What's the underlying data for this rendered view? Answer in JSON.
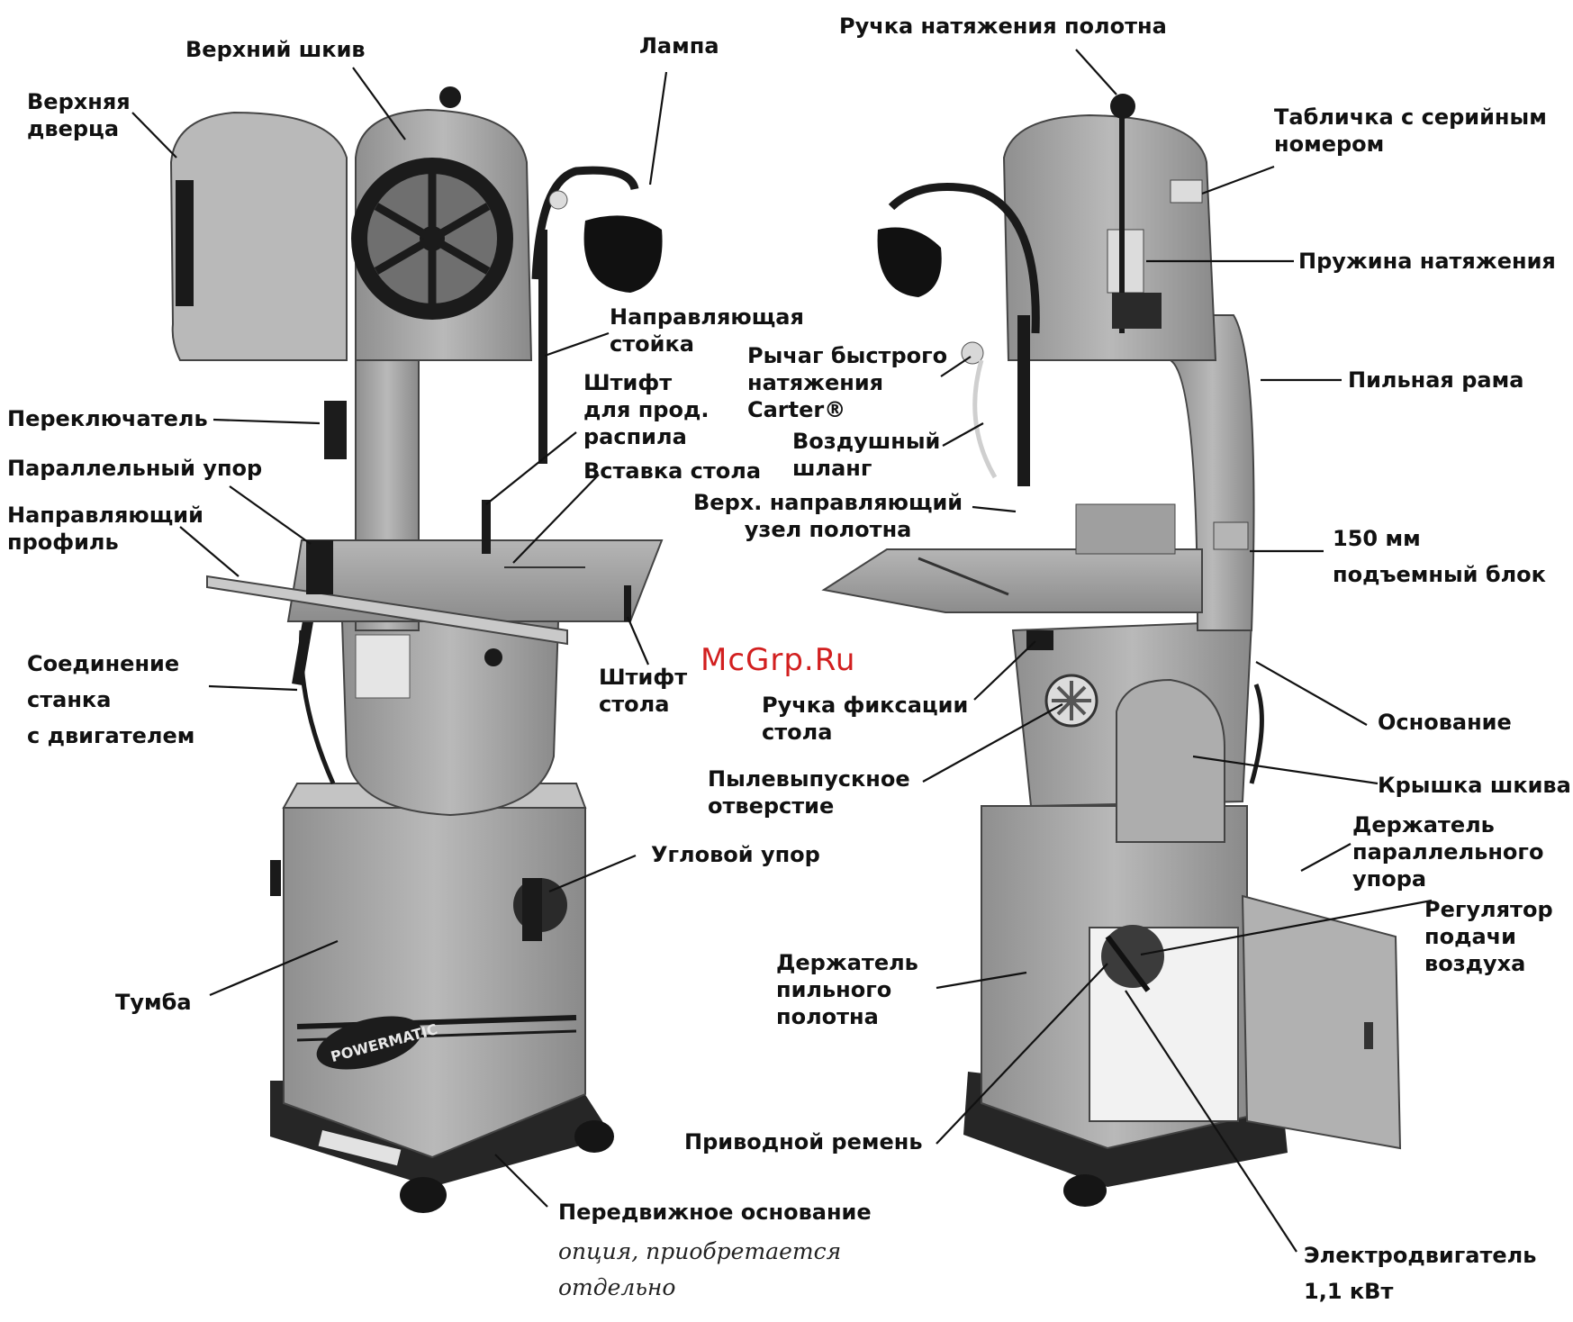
{
  "labels": {
    "upper_door": "Верхняя\nдверца",
    "upper_wheel": "Верхний шкив",
    "lamp": "Лампа",
    "guide_post": "Направляющая\nстойка",
    "rip_pin": "Штифт\nдля прод.\nраспила",
    "table_insert": "Вставка стола",
    "switch": "Переключатель",
    "rip_fence": "Параллельный упор",
    "guide_rail": "Направляющий\nпрофиль",
    "motor_connection": "Соединение\nстанка\nс двигателем",
    "table_pin": "Штифт\nстола",
    "miter_gauge": "Угловой упор",
    "cabinet": "Тумба",
    "mobile_base": "Передвижное основание",
    "mobile_base_note": "опция, приобретается\nотдельно",
    "tension_knob": "Ручка натяжения полотна",
    "serial_plate": "Табличка с серийным\nномером",
    "tension_spring": "Пружина натяжения",
    "quick_lever": "Рычаг быстрого\nнатяжения\nCarter®",
    "saw_frame": "Пильная рама",
    "air_hose": "Воздушный\nшланг",
    "upper_guide": "Верх. направляющий\nузел полотна",
    "riser_block": "150 мм\nподъемный блок",
    "table_lock": "Ручка фиксации\nстола",
    "base": "Основание",
    "dust_port": "Пылевыпускное\nотверстие",
    "wheel_cover": "Крышка шкива",
    "fence_holder": "Держатель\nпараллельного\nупора",
    "air_regulator": "Регулятор\nподачи\nвоздуха",
    "blade_holder": "Держатель\nпильного\nполотна",
    "drive_belt": "Приводной ремень",
    "motor": "Электродвигатель\n1,1 кВт"
  },
  "brand_text": "POWERMATIC",
  "watermark": "McGrp.Ru",
  "colors": {
    "machine": "#a7a7a7",
    "machine_dark": "#6b6b6b",
    "label": "#111111",
    "watermark": "#d21f1f"
  }
}
